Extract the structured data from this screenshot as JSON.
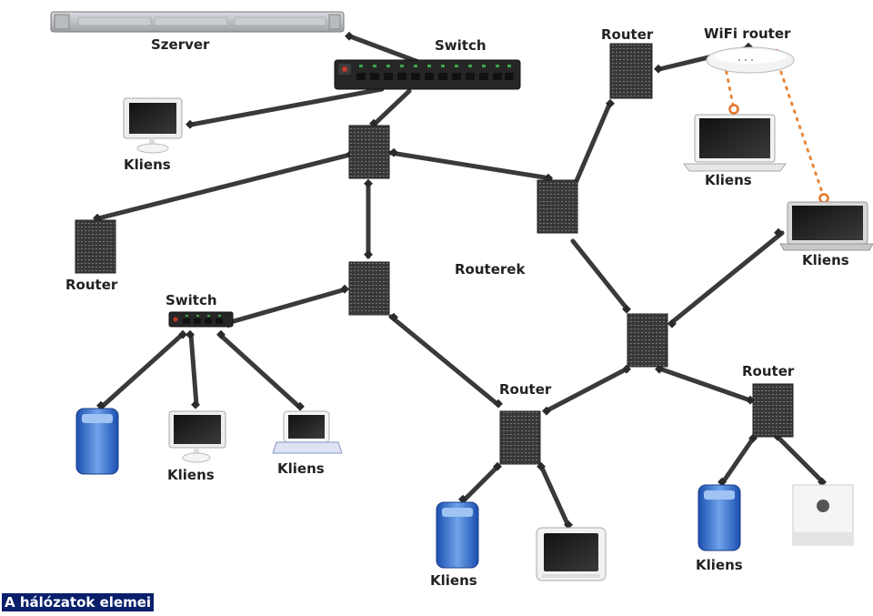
{
  "labels": {
    "szerver": "Szerver",
    "switch_top": "Switch",
    "switch_left": "Switch",
    "router_top": "Router",
    "wifi_router": "WiFi router",
    "router_left": "Router",
    "routerek": "Routerek",
    "router_bottom_mid": "Router",
    "router_bottom_right": "Router",
    "kliens_imac_top": "Kliens",
    "kliens_laptop_wifi_1": "Kliens",
    "kliens_laptop_wifi_2": "Kliens",
    "kliens_imac_left": "Kliens",
    "kliens_ibook_left": "Kliens",
    "kliens_g4_mid": "Kliens",
    "kliens_g4_right": "Kliens"
  },
  "caption": "A hálózatok elemei",
  "colors": {
    "link": "#3a3a3a",
    "wifi_link": "#e8873a",
    "router_body": "#3b3b3b",
    "caption_bg": "#0a1f6b"
  }
}
